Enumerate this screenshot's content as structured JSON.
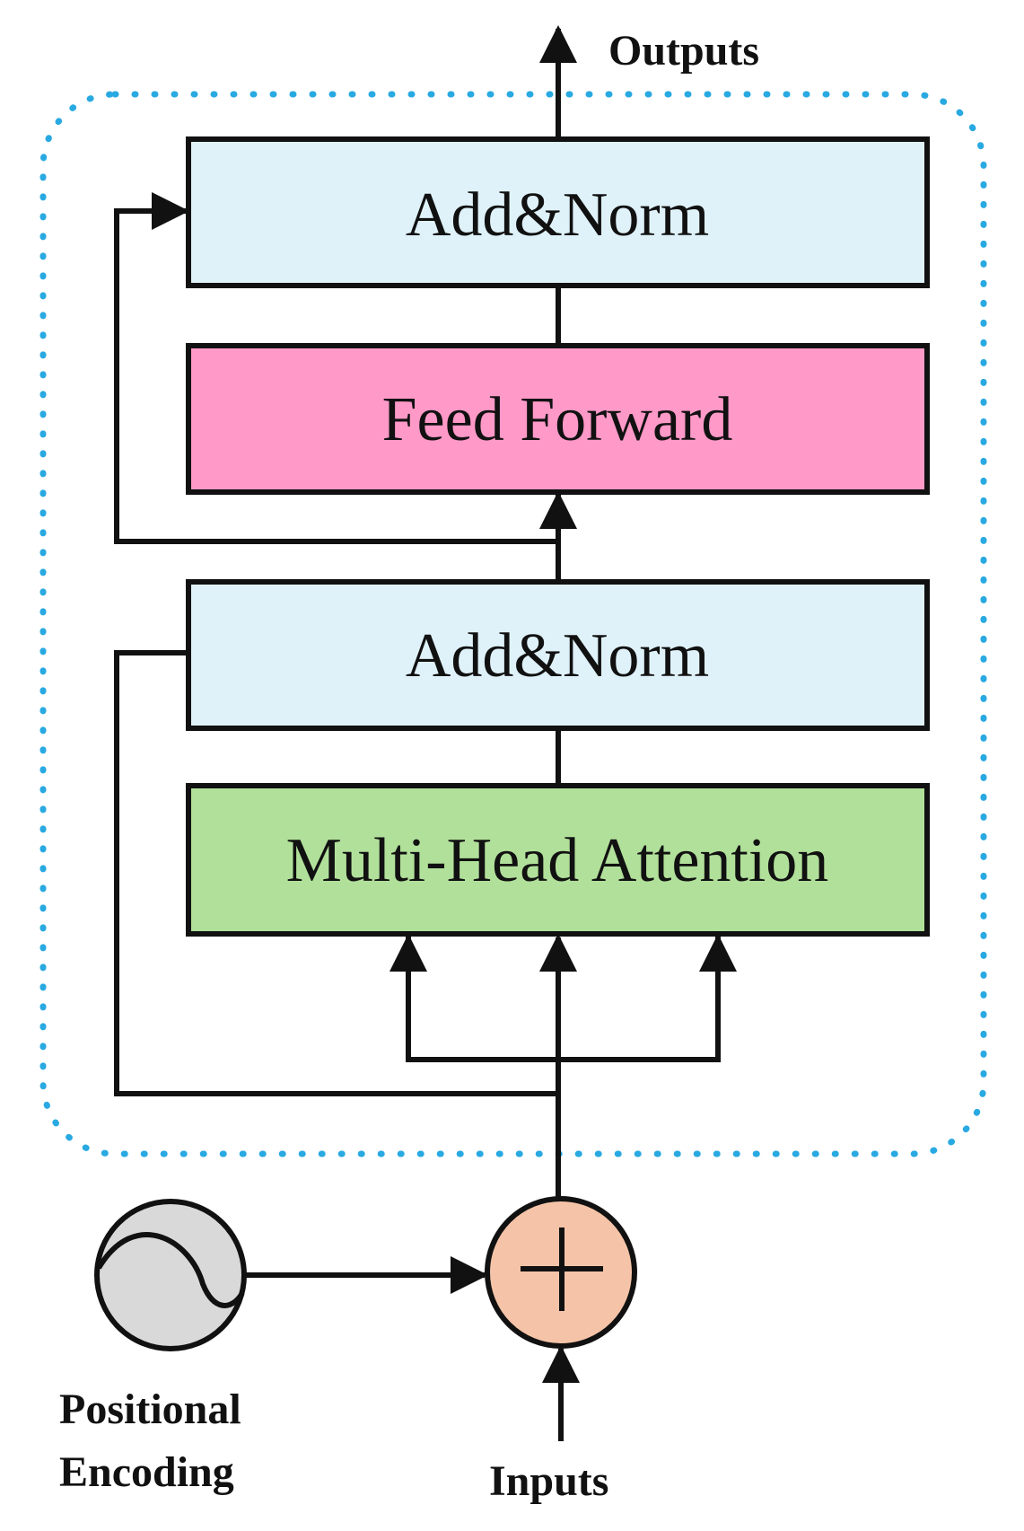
{
  "outputs_label": "Outputs",
  "inputs_label": "Inputs",
  "positional_encoding_label": {
    "line1": "Positional",
    "line2": "Encoding"
  },
  "blocks": {
    "add_norm_top": {
      "label": "Add&Norm",
      "color": "#dff2fa"
    },
    "feed_forward": {
      "label": "Feed Forward",
      "color": "#ff99c8"
    },
    "add_norm_bottom": {
      "label": "Add&Norm",
      "color": "#dff2fa"
    },
    "multi_head_attention": {
      "label": "Multi-Head Attention",
      "color": "#b1e09a"
    }
  },
  "symbols": {
    "adder": {
      "icon": "plus-icon",
      "color": "#f5c4a8"
    },
    "positional_encoding": {
      "icon": "sine-wave-icon",
      "color": "#d9d9d9"
    }
  },
  "colors": {
    "stroke": "#111111",
    "dotted_border": "#29a9e1"
  }
}
